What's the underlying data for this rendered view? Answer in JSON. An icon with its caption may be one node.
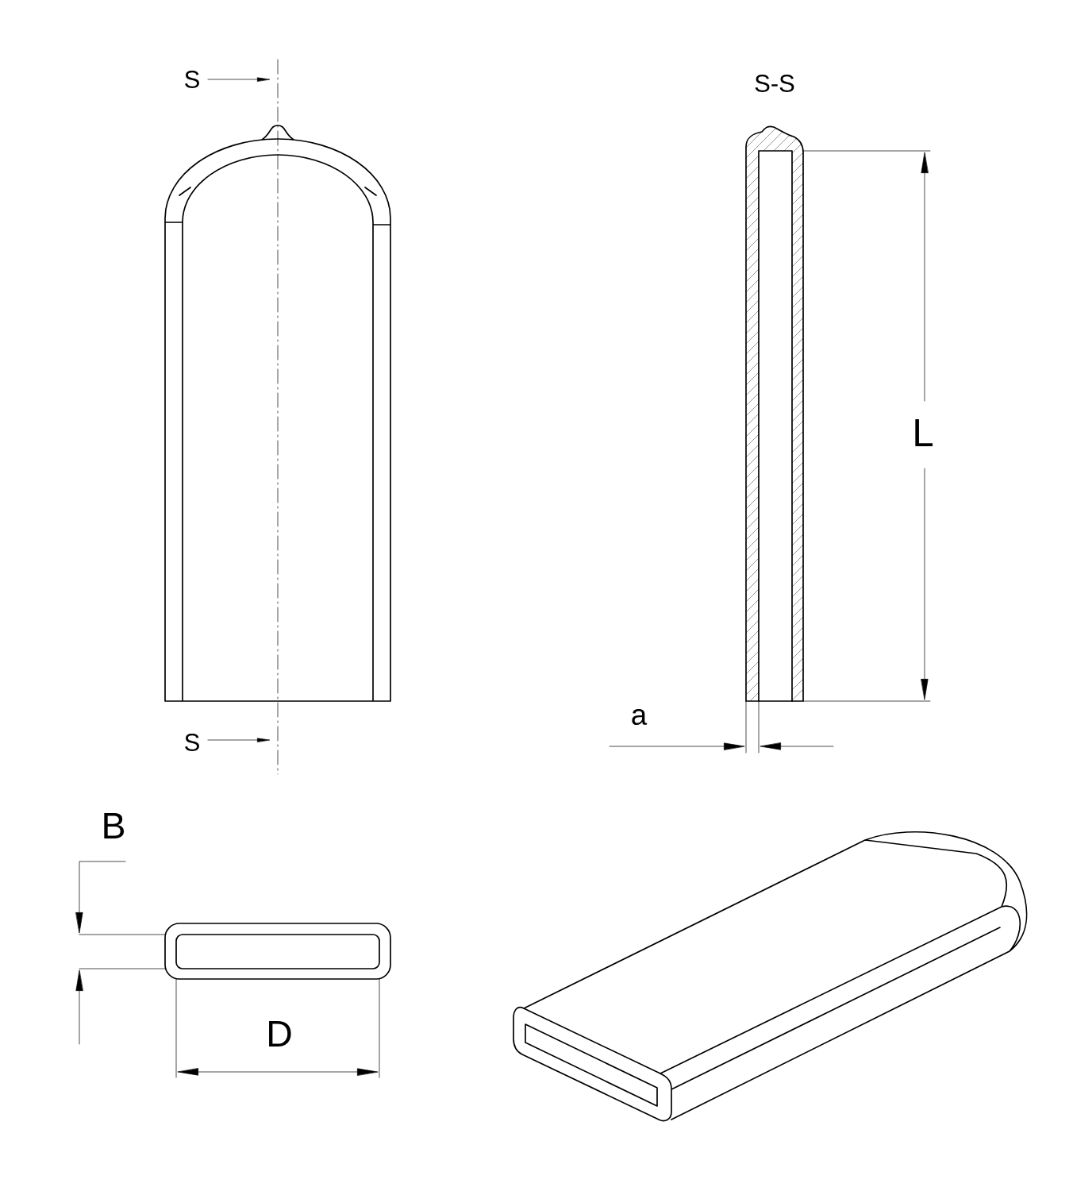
{
  "diagram": {
    "labels": [
      "S",
      "S-S",
      "L",
      "a",
      "S",
      "B",
      "D"
    ]
  }
}
